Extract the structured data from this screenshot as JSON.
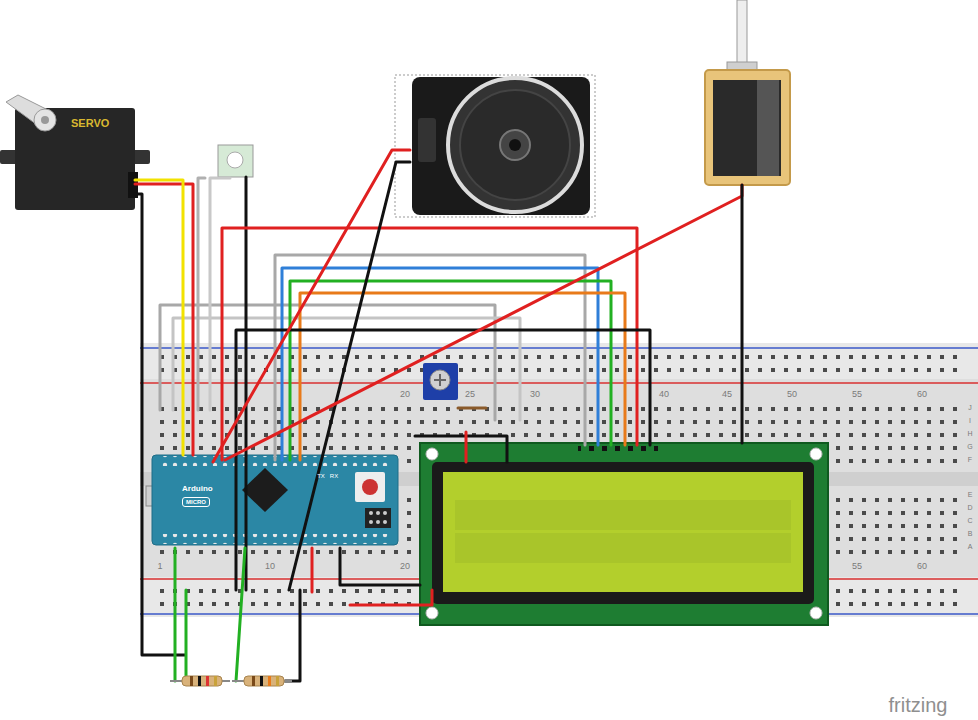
{
  "diagram": {
    "nodes": [
      {
        "text": [
          "SERVO"
        ]
      },
      {
        "text": [
          "Arduino",
          "MICRO"
        ]
      }
    ],
    "edges": [
      {
        "from": 0,
        "to": 1,
        "arrow": "none"
      }
    ],
    "labels": [
      "TX",
      "RX",
      "20",
      "25",
      "30",
      "40",
      "45",
      "50",
      "55",
      "60",
      "1",
      "10",
      "20",
      "55",
      "60",
      "J",
      "I",
      "H",
      "G",
      "F",
      "E",
      "D",
      "C",
      "B",
      "A",
      "fritzing"
    ]
  }
}
